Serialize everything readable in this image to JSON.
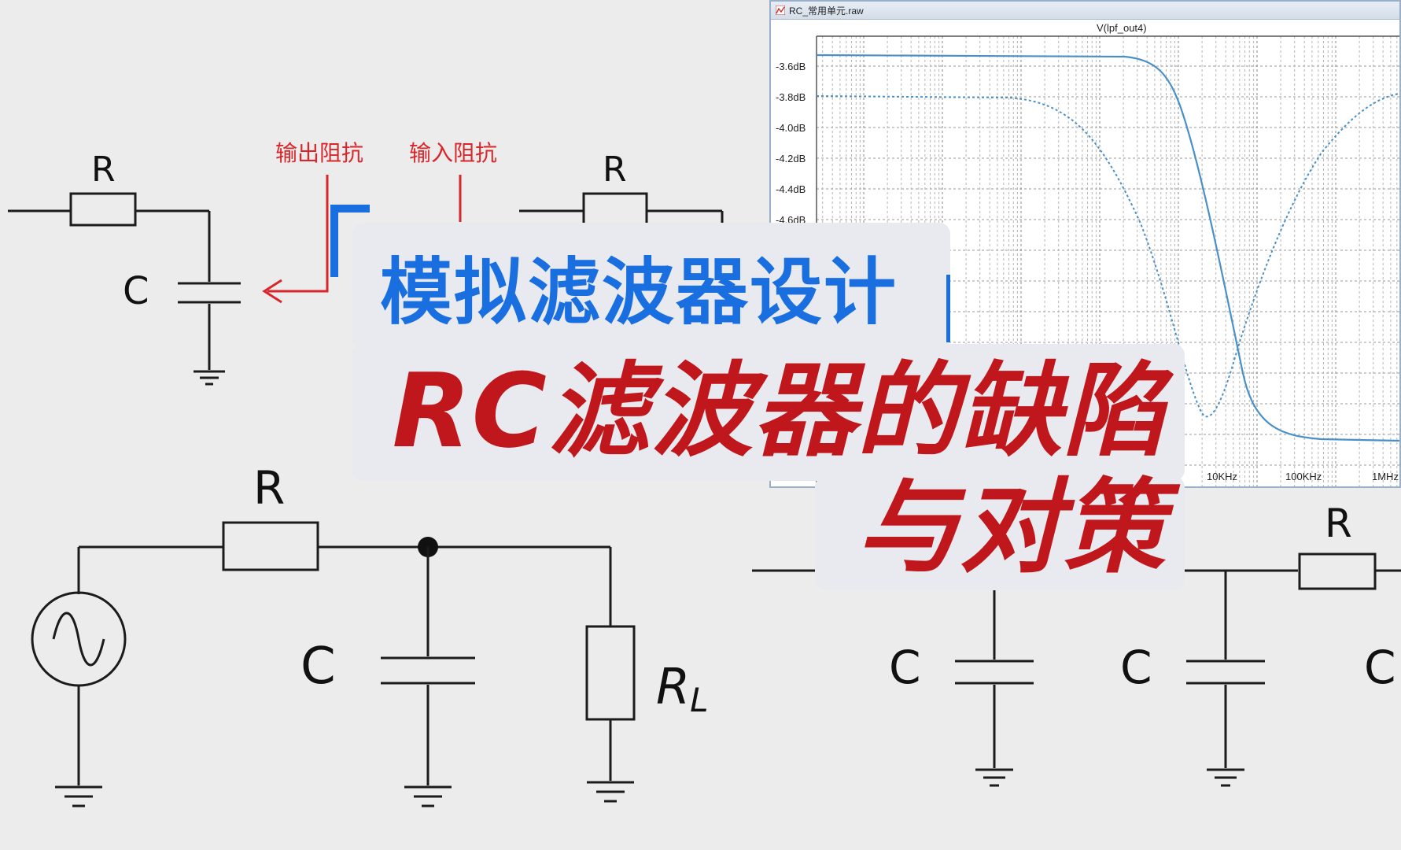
{
  "sim_window": {
    "title": "RC_常用单元.raw",
    "trace_label": "V(lpf_out4)",
    "y_ticks": [
      "-3.6dB",
      "-3.8dB",
      "-4.0dB",
      "-4.2dB",
      "-4.4dB",
      "-4.6dB"
    ],
    "x_ticks": [
      "10KHz",
      "100KHz",
      "1MHz"
    ],
    "trace_color": "#4a90c8"
  },
  "schematic_top_left": {
    "resistor_label": "R",
    "capacitor_label": "C",
    "annotation_output": "输出阻抗",
    "annotation_input": "输入阻抗",
    "next_stage_resistor_label": "R"
  },
  "schematic_bottom_left": {
    "resistor_label": "R",
    "capacitor_label": "C",
    "load_label": "R",
    "load_subscript": "L"
  },
  "schematic_bottom_right": {
    "capacitor_labels": [
      "C",
      "C",
      "C"
    ],
    "resistor_label": "R"
  },
  "title": {
    "topic": "模拟滤波器设计",
    "headline_line1": "RC滤波器的缺陷",
    "headline_line2": "与对策"
  },
  "colors": {
    "topic_blue": "#1a6fe0",
    "headline_red": "#c0171c",
    "annotation_red": "#d9262b",
    "background": "#ececec"
  }
}
